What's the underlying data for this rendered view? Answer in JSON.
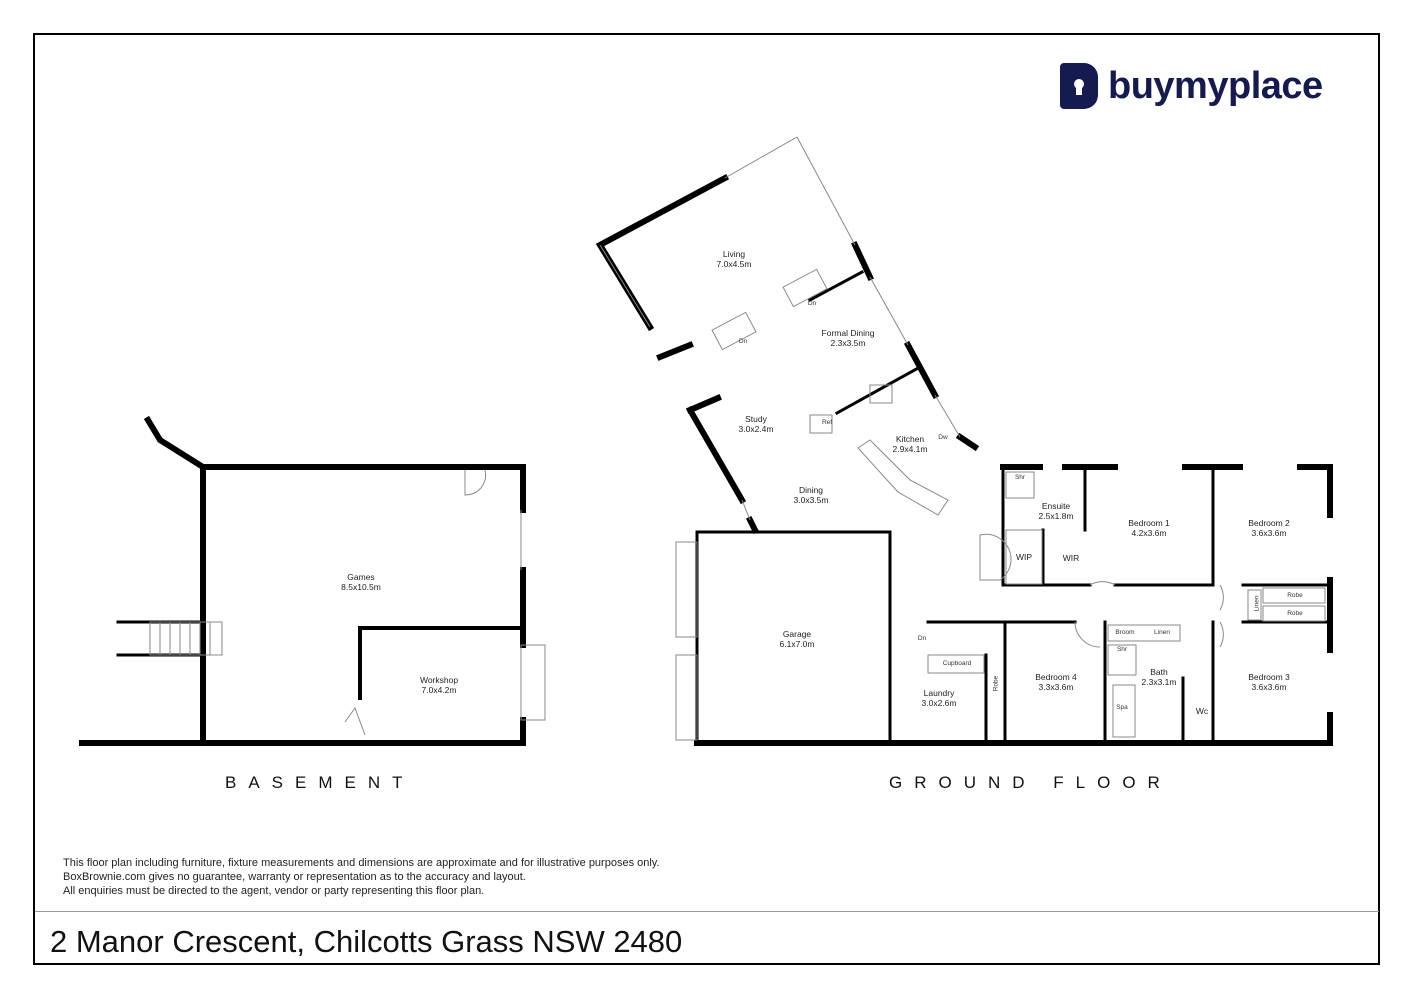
{
  "logo": {
    "brand": "buymyplace",
    "color": "#151a4f"
  },
  "basement": {
    "title": "BASEMENT",
    "rooms": [
      {
        "name": "Games",
        "size": "8.5x10.5m"
      },
      {
        "name": "Workshop",
        "size": "7.0x4.2m"
      }
    ]
  },
  "ground_floor": {
    "title": "GROUND FLOOR",
    "rooms": [
      {
        "name": "Living",
        "size": "7.0x4.5m"
      },
      {
        "name": "Formal Dining",
        "size": "2.3x3.5m"
      },
      {
        "name": "Study",
        "size": "3.0x2.4m"
      },
      {
        "name": "Kitchen",
        "size": "2.9x4.1m"
      },
      {
        "name": "Dining",
        "size": "3.0x3.5m"
      },
      {
        "name": "Garage",
        "size": "6.1x7.0m"
      },
      {
        "name": "Laundry",
        "size": "3.0x2.6m"
      },
      {
        "name": "Ensuite",
        "size": "2.5x1.8m"
      },
      {
        "name": "Bedroom 1",
        "size": "4.2x3.6m"
      },
      {
        "name": "Bedroom 2",
        "size": "3.6x3.6m"
      },
      {
        "name": "Bedroom 4",
        "size": "3.3x3.6m"
      },
      {
        "name": "Bath",
        "size": "2.3x3.1m"
      },
      {
        "name": "Bedroom 3",
        "size": "3.6x3.6m"
      }
    ],
    "fixtures": {
      "dn1": "Dn",
      "dn2": "Dn",
      "dn3": "Dn",
      "ref": "Ref",
      "dw": "Dw",
      "shr1": "Shr",
      "shr2": "Shr",
      "wip": "WIP",
      "wir": "WIR",
      "linen1": "Linen",
      "linen2": "Linen",
      "robe1": "Robe",
      "robe2": "Robe",
      "robe3": "Robe",
      "broom": "Broom",
      "spa": "Spa",
      "wc": "Wc",
      "cupboard": "Cupboard"
    }
  },
  "disclaimer": [
    "This floor plan including furniture, fixture measurements and dimensions are approximate and for illustrative purposes only.",
    "BoxBrownie.com gives no guarantee, warranty or representation as to the accuracy and layout.",
    "All enquiries must be directed to the agent, vendor or party representing this floor plan."
  ],
  "address": "2 Manor Crescent, Chilcotts Grass NSW 2480"
}
